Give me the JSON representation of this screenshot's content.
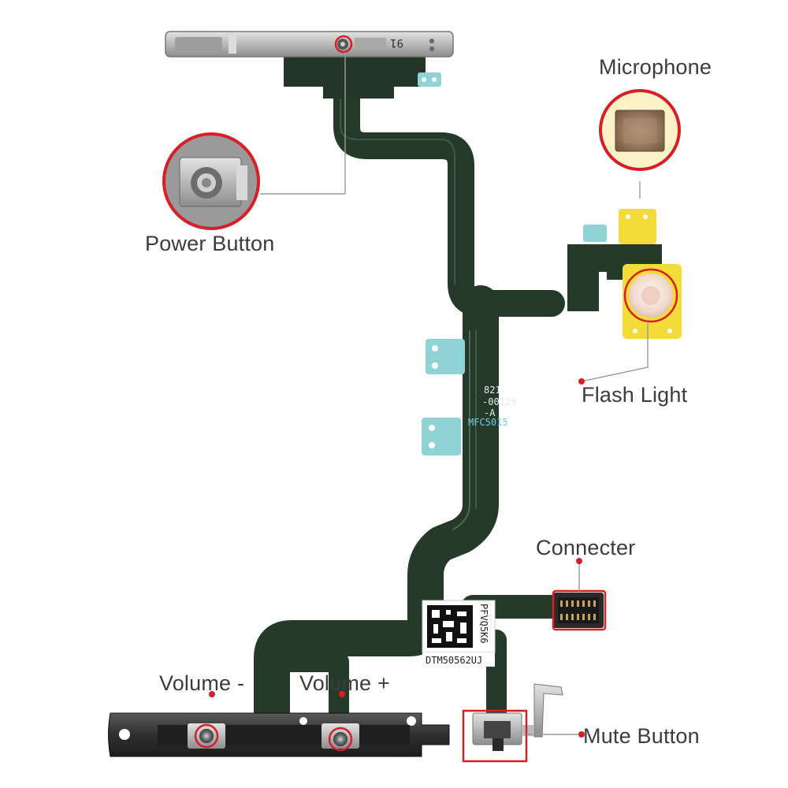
{
  "labels": {
    "microphone": "Microphone",
    "power_button": "Power Button",
    "flash_light": "Flash Light",
    "connecter": "Connecter",
    "volume_minus": "Volume -",
    "volume_plus": "Volume +",
    "mute_button": "Mute Button"
  },
  "markings": {
    "bracket_number": "91",
    "part_line1": "821",
    "part_line2": "-00125",
    "part_line3": "-A",
    "part_line4": "MFC5015",
    "qr_code_text": "PFVQ5K6",
    "serial": "DTM50562UJ"
  },
  "colors": {
    "callout_red": "#d61f26",
    "flex_cable": "#2b3d2c",
    "stiffener_blue": "#8fd3d6",
    "flash_yellow": "#f3dc3a",
    "metal": "#bcbcbc"
  }
}
